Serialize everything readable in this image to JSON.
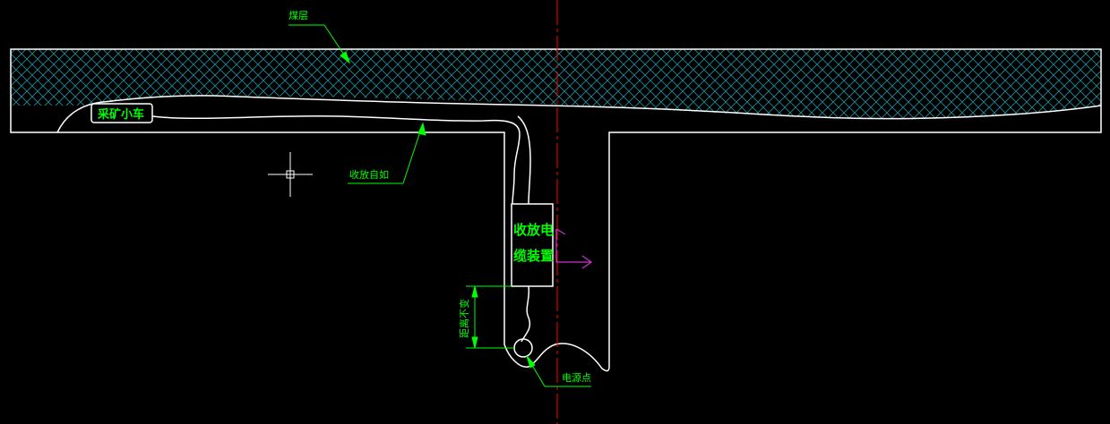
{
  "drawing": {
    "labels": {
      "coal_seam": "煤层",
      "mining_car": "采矿小车",
      "cable_free": "收放自如",
      "reel_line1": "收放电",
      "reel_line2": "缆装置",
      "distance": "距离不变",
      "power_point": "电源点"
    },
    "colors": {
      "background": "#000000",
      "outline": "#ffffff",
      "hatch": "#1e8f9c",
      "annotation": "#00ff00",
      "centerline": "#ff0000",
      "ucs_arrow": "#cc33cc"
    }
  }
}
